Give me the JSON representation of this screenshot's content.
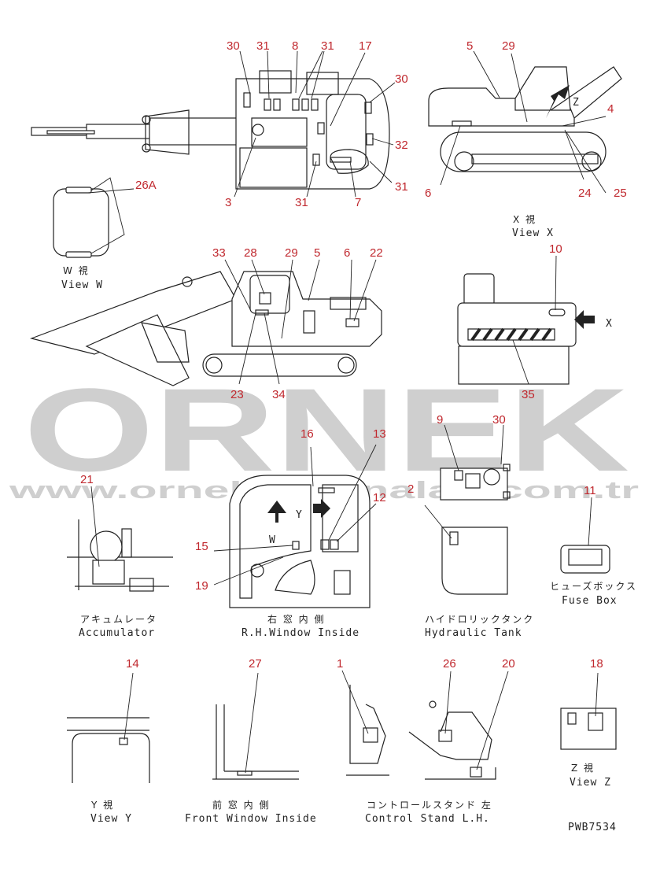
{
  "watermark": {
    "brand": "ORNEK",
    "url": "www.ornekmakinalari.com.tr",
    "color": "#cfcfcf"
  },
  "drawing_code": "PWB7534",
  "callout_color": "#c0282e",
  "callouts": [
    {
      "id": "c30a",
      "text": "30"
    },
    {
      "id": "c31a",
      "text": "31"
    },
    {
      "id": "c8",
      "text": "8"
    },
    {
      "id": "c31b",
      "text": "31"
    },
    {
      "id": "c17",
      "text": "17"
    },
    {
      "id": "c30b",
      "text": "30"
    },
    {
      "id": "c32",
      "text": "32"
    },
    {
      "id": "c31c",
      "text": "31"
    },
    {
      "id": "c7",
      "text": "7"
    },
    {
      "id": "c31d",
      "text": "31"
    },
    {
      "id": "c3",
      "text": "3"
    },
    {
      "id": "c26A",
      "text": "26A"
    },
    {
      "id": "c5a",
      "text": "5"
    },
    {
      "id": "c29a",
      "text": "29"
    },
    {
      "id": "c4",
      "text": "4"
    },
    {
      "id": "c6a",
      "text": "6"
    },
    {
      "id": "c24",
      "text": "24"
    },
    {
      "id": "c25",
      "text": "25"
    },
    {
      "id": "c33",
      "text": "33"
    },
    {
      "id": "c28",
      "text": "28"
    },
    {
      "id": "c29b",
      "text": "29"
    },
    {
      "id": "c5b",
      "text": "5"
    },
    {
      "id": "c6b",
      "text": "6"
    },
    {
      "id": "c22",
      "text": "22"
    },
    {
      "id": "c23",
      "text": "23"
    },
    {
      "id": "c34",
      "text": "34"
    },
    {
      "id": "c10",
      "text": "10"
    },
    {
      "id": "c35",
      "text": "35"
    },
    {
      "id": "c9",
      "text": "9"
    },
    {
      "id": "c30c",
      "text": "30"
    },
    {
      "id": "c16",
      "text": "16"
    },
    {
      "id": "c13",
      "text": "13"
    },
    {
      "id": "c12",
      "text": "12"
    },
    {
      "id": "c15",
      "text": "15"
    },
    {
      "id": "c19",
      "text": "19"
    },
    {
      "id": "c21",
      "text": "21"
    },
    {
      "id": "c2",
      "text": "2"
    },
    {
      "id": "c11",
      "text": "11"
    },
    {
      "id": "c14",
      "text": "14"
    },
    {
      "id": "c27",
      "text": "27"
    },
    {
      "id": "c1",
      "text": "1"
    },
    {
      "id": "c26",
      "text": "26"
    },
    {
      "id": "c20",
      "text": "20"
    },
    {
      "id": "c18",
      "text": "18"
    }
  ],
  "letters": {
    "x": "X",
    "w": "W",
    "y": "Y",
    "z": "Z"
  },
  "captions": {
    "view_x_jp": "X 視",
    "view_x": "View X",
    "view_w_jp": "W 視",
    "view_w": "View W",
    "accumulator_jp": "アキュムレータ",
    "accumulator": "Accumulator",
    "rh_window_jp": "右 窓 内 側",
    "rh_window": "R.H.Window Inside",
    "hydraulic_jp": "ハイドロリックタンク",
    "hydraulic": "Hydraulic Tank",
    "fuse_jp": "ヒューズボックス",
    "fuse": "Fuse Box",
    "view_y_jp": "Y 視",
    "view_y": "View Y",
    "front_window_jp": "前 窓 内 側",
    "front_window": "Front Window Inside",
    "control_jp": "コントロールスタンド 左",
    "control": "Control Stand L.H.",
    "view_z_jp": "Z 視",
    "view_z": "View Z"
  }
}
